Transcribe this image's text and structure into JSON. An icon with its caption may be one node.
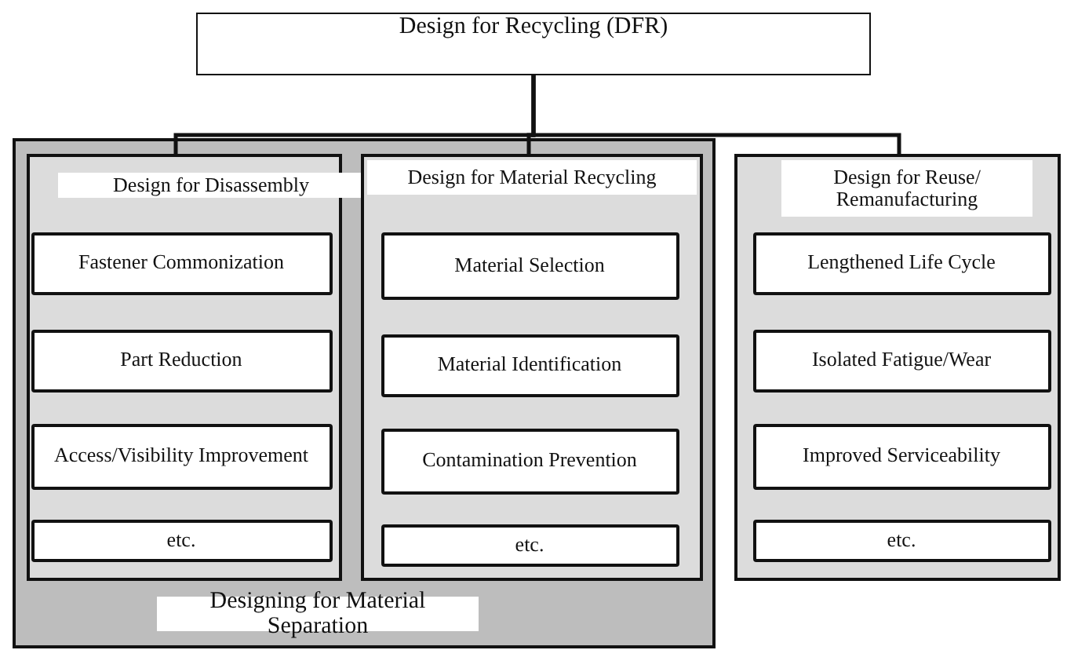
{
  "diagram": {
    "nodes": [
      {
        "text": [
          "Design for Recycling (DFR)"
        ]
      },
      {
        "text": [
          "Designing for Material Separation"
        ]
      },
      {
        "text": [
          "Design for Disassembly"
        ],
        "in": 1
      },
      {
        "text": [
          "Fastener Commonization"
        ],
        "in": 2
      },
      {
        "text": [
          "Part Reduction"
        ],
        "in": 2
      },
      {
        "text": [
          "Access/Visibility Improvement"
        ],
        "in": 2
      },
      {
        "text": [
          "etc."
        ],
        "in": 2
      },
      {
        "text": [
          "Design for Material Recycling"
        ],
        "in": 1
      },
      {
        "text": [
          "Material Selection"
        ],
        "in": 7
      },
      {
        "text": [
          "Material Identification"
        ],
        "in": 7
      },
      {
        "text": [
          "Contamination Prevention"
        ],
        "in": 7
      },
      {
        "text": [
          "etc."
        ],
        "in": 7
      },
      {
        "text": [
          "Design for Reuse/ Remanufacturing"
        ]
      },
      {
        "text": [
          "Lengthened Life Cycle"
        ],
        "in": 12
      },
      {
        "text": [
          "Isolated Fatigue/Wear"
        ],
        "in": 12
      },
      {
        "text": [
          "Improved Serviceability"
        ],
        "in": 12
      },
      {
        "text": [
          "etc."
        ],
        "in": 12
      }
    ],
    "edges": [
      {
        "from": 0,
        "to": 2,
        "arrow": "none"
      },
      {
        "from": 0,
        "to": 7,
        "arrow": "none"
      },
      {
        "from": 0,
        "to": 12,
        "arrow": "none"
      }
    ]
  }
}
